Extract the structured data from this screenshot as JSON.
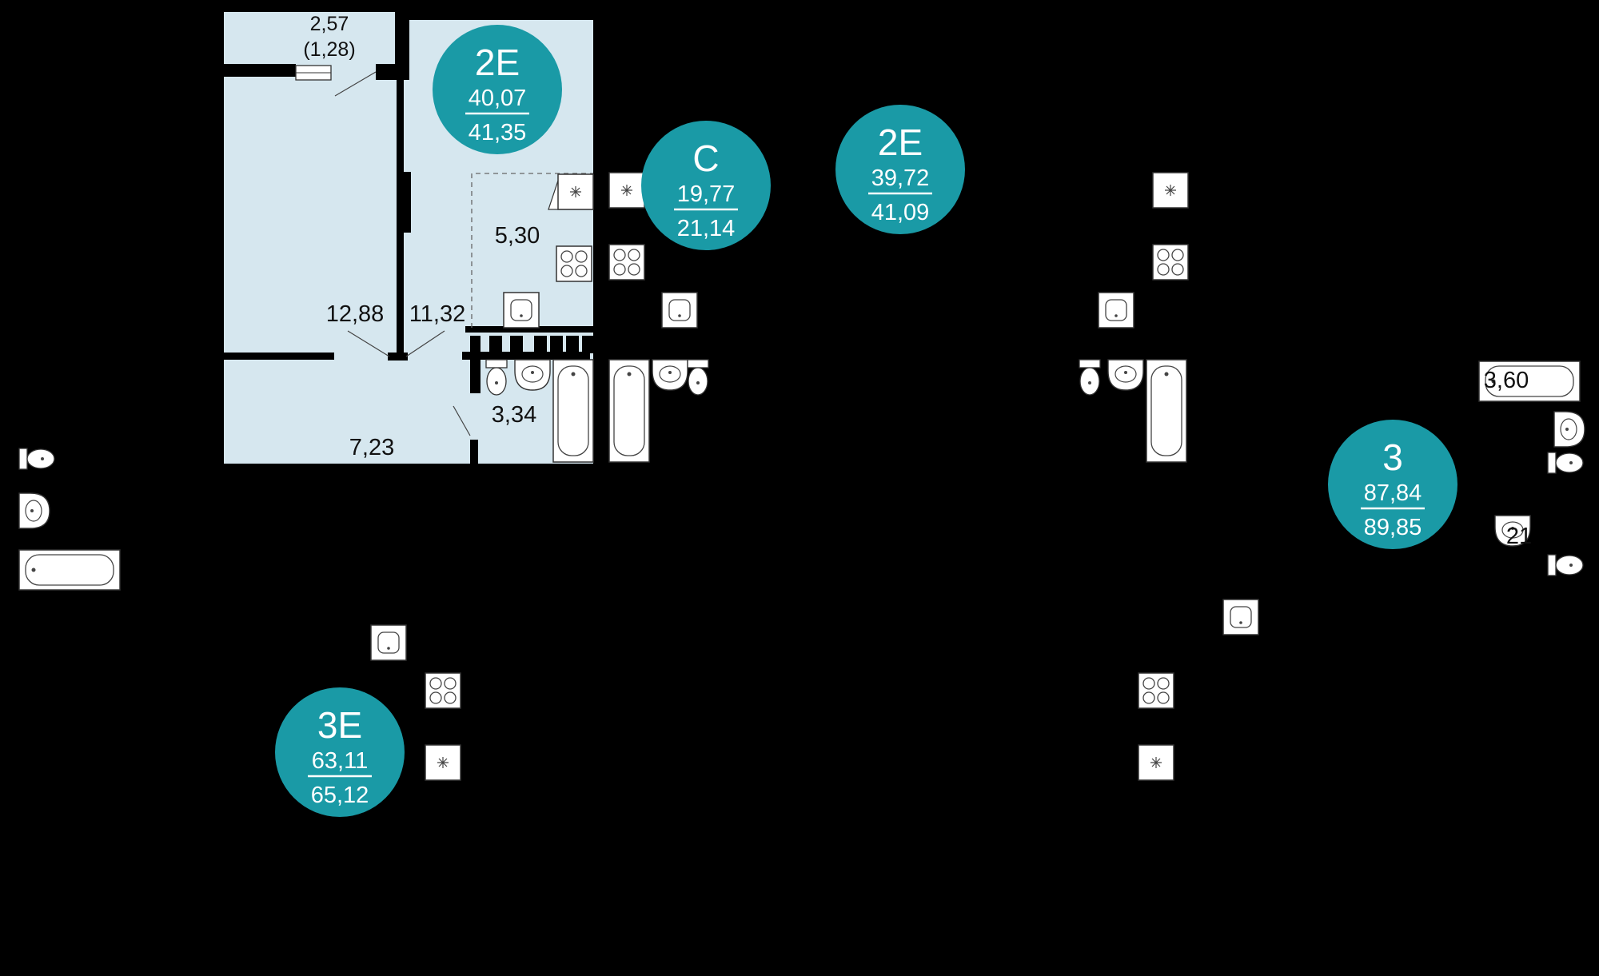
{
  "colors": {
    "background": "#000000",
    "room_fill": "#d6e7ef",
    "wall": "#000000",
    "badge": "#1a9aa6",
    "badge_text": "#ffffff",
    "fixture_fill": "#ffffff"
  },
  "apartments": [
    {
      "id": "2E_a",
      "code": "2E",
      "living_area": "40,07",
      "total_area": "41,35"
    },
    {
      "id": "C",
      "code": "C",
      "living_area": "19,77",
      "total_area": "21,14"
    },
    {
      "id": "2E_b",
      "code": "2E",
      "living_area": "39,72",
      "total_area": "41,09"
    },
    {
      "id": "3",
      "code": "3",
      "living_area": "87,84",
      "total_area": "89,85"
    },
    {
      "id": "3E",
      "code": "3E",
      "living_area": "63,11",
      "total_area": "65,12"
    }
  ],
  "rooms": {
    "balcony_area": "2,57",
    "balcony_area_reduced": "(1,28)",
    "kitchen": "5,30",
    "bedroom": "12,88",
    "living": "11,32",
    "bathroom": "3,34",
    "hall": "7,23",
    "right_bath_partial": "3,60",
    "right_partial": "21"
  }
}
